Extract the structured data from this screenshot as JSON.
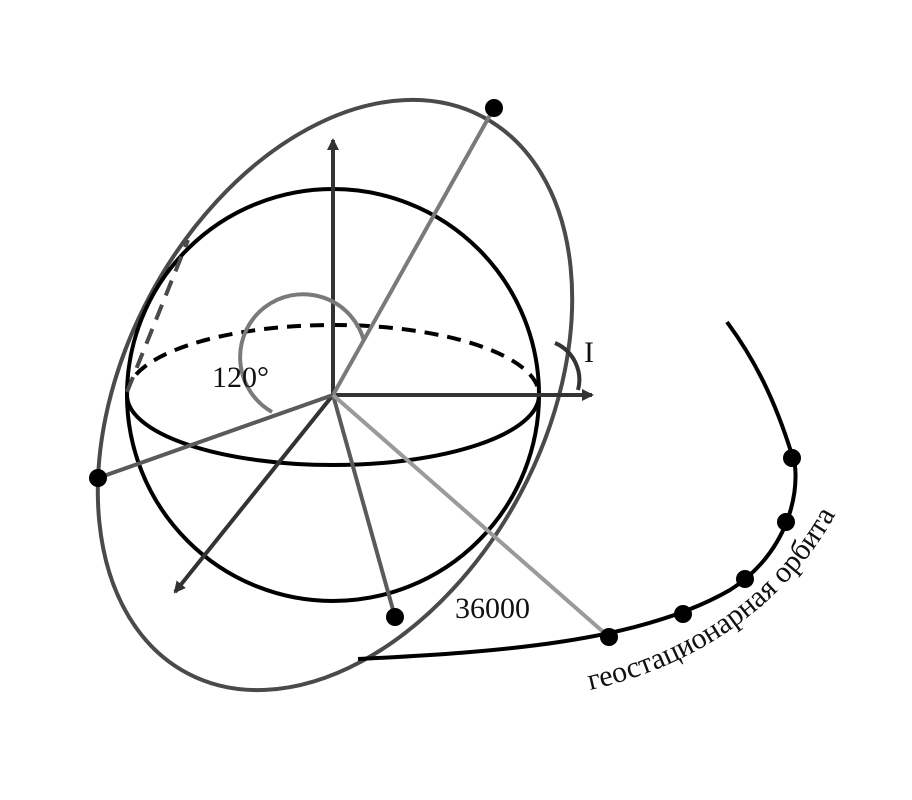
{
  "diagram": {
    "labels": {
      "angle": "120°",
      "inclination": "I",
      "altitude": "36000",
      "orbit_name": "геостационарная орбита"
    },
    "colors": {
      "sphere": "#000000",
      "orbit": "#4a4a4a",
      "axis": "#333333",
      "light_line": "#9a9a9a",
      "point": "#000000"
    }
  }
}
